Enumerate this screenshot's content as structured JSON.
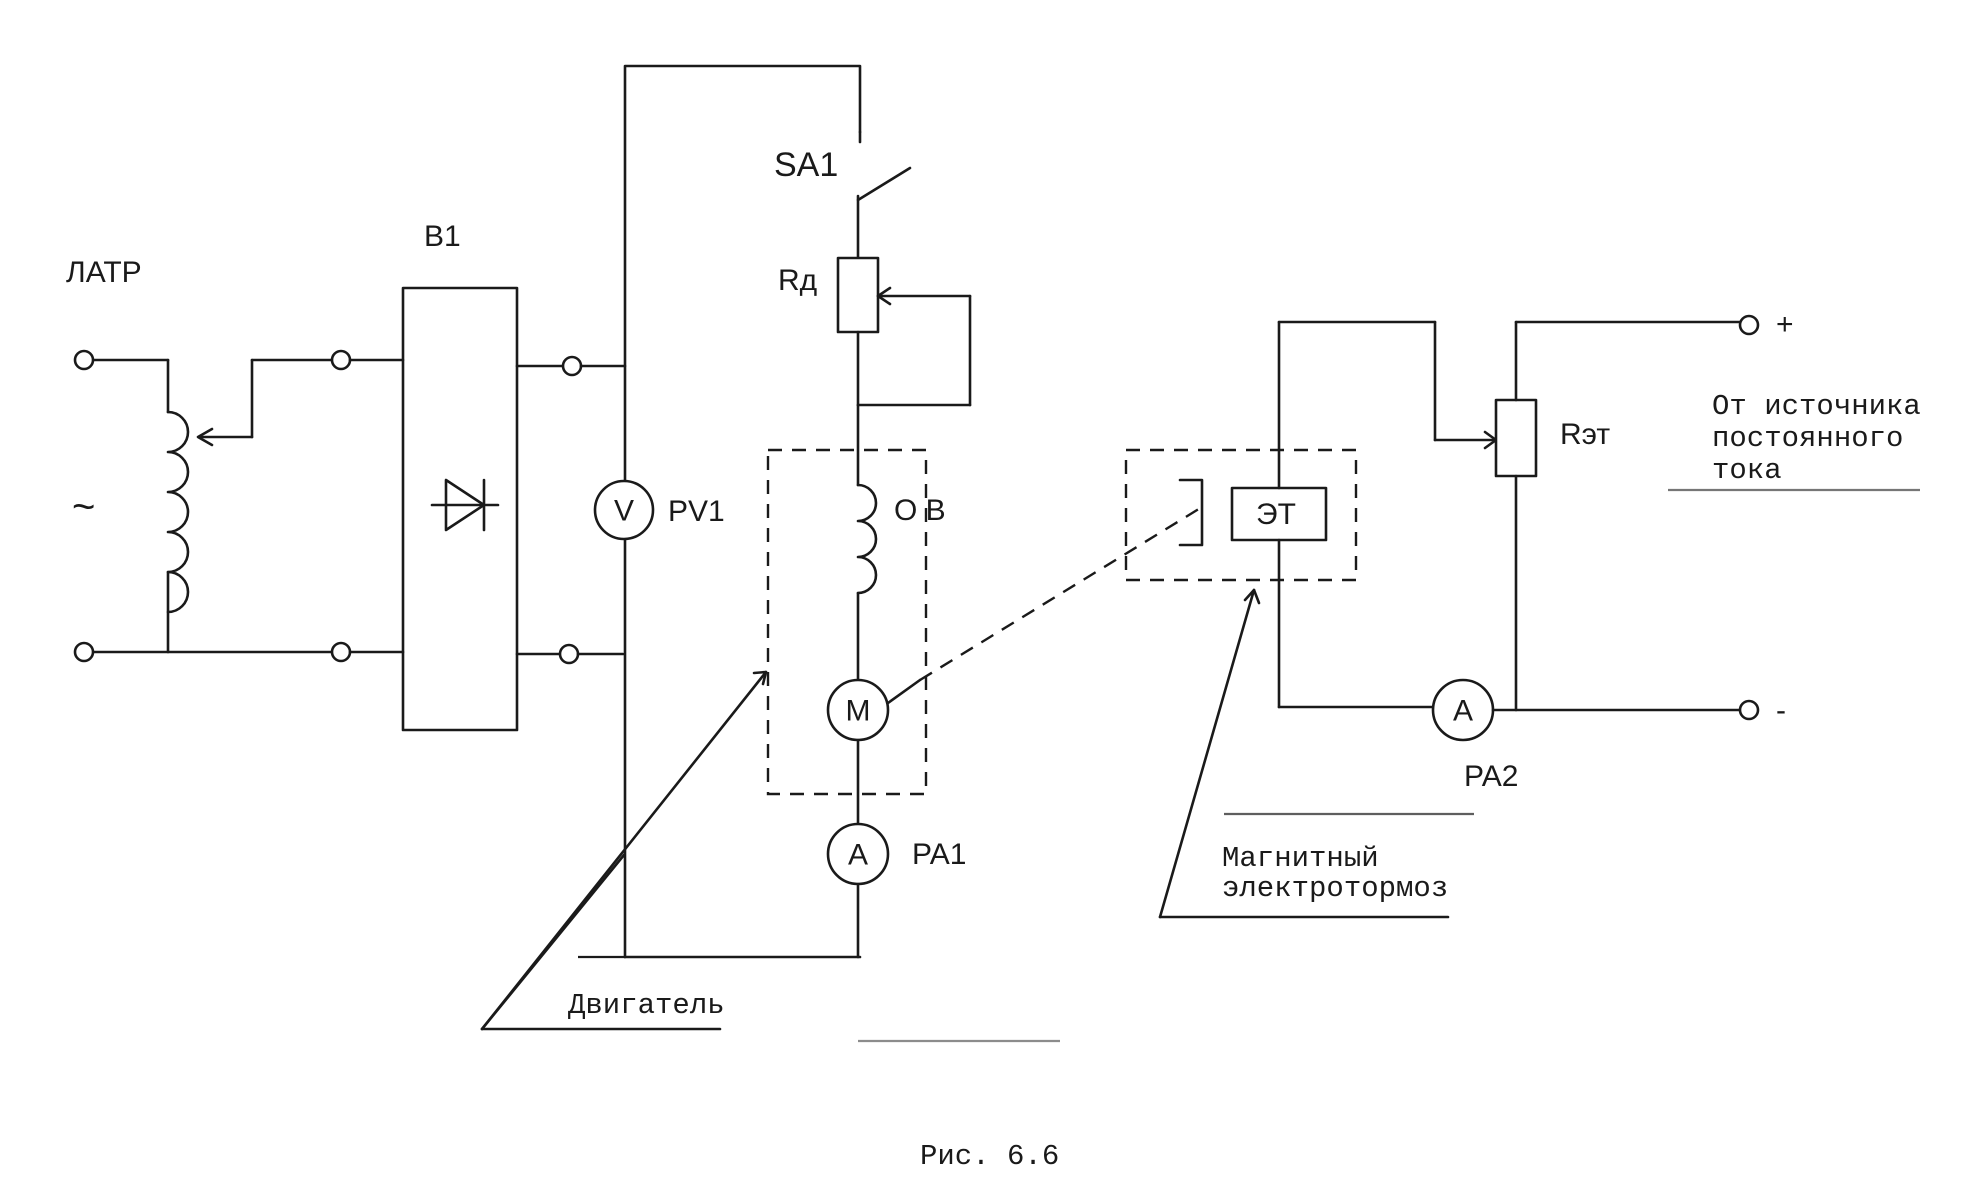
{
  "labels": {
    "latr": "ЛАТР",
    "ac_symbol": "~",
    "rectifier": "В1",
    "voltmeter_name": "PV1",
    "voltmeter_symbol": "V",
    "switch": "SA1",
    "motor_resistor": "Rд",
    "field_winding": "О В",
    "motor_symbol": "М",
    "ammeter1_name": "PA1",
    "ammeter_symbol": "А",
    "motor_caption": "Двигатель",
    "brake_box": "ЭТ",
    "brake_caption_line1": "Магнитный",
    "brake_caption_line2": "электротормоз",
    "brake_resistor": "Rэт",
    "ammeter2_name": "PA2",
    "source_line1": "От источника",
    "source_line2": "постоянного",
    "source_line3": "тока",
    "plus": "+",
    "minus": "-",
    "figure_caption": "Рис. 6.6"
  }
}
